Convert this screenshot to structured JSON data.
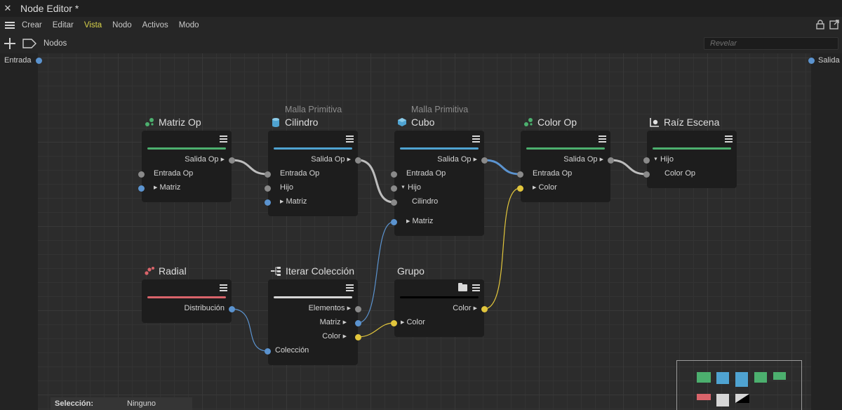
{
  "window": {
    "title": "Node Editor *",
    "close_glyph": "✕"
  },
  "menu": {
    "items": [
      "Crear",
      "Editar",
      "Vista",
      "Nodo",
      "Activos",
      "Modo"
    ],
    "active": "Vista"
  },
  "toolbar": {
    "breadcrumb": "Nodos",
    "search_placeholder": "Revelar"
  },
  "io": {
    "input": "Entrada",
    "output": "Salida"
  },
  "nodes": {
    "matriz_op": {
      "title": "Matriz Op",
      "icon": "cloner-icon",
      "color": "#4caf6e",
      "ports": [
        "Salida Op",
        "Entrada Op",
        "Matriz"
      ]
    },
    "cilindro": {
      "subtitle": "Malla Primitiva",
      "title": "Cilindro",
      "icon": "cylinder-icon",
      "color": "#4fa3d1",
      "ports": [
        "Salida Op",
        "Entrada Op",
        "Hijo",
        "Matriz"
      ]
    },
    "cubo": {
      "subtitle": "Malla Primitiva",
      "title": "Cubo",
      "icon": "cube-icon",
      "color": "#4fa3d1",
      "ports": [
        "Salida Op",
        "Entrada Op",
        "Hijo",
        "Cilindro",
        "Matriz"
      ]
    },
    "color_op": {
      "title": "Color Op",
      "icon": "cloner-icon",
      "color": "#4caf6e",
      "ports": [
        "Salida Op",
        "Entrada Op",
        "Color"
      ]
    },
    "raiz_escena": {
      "title": "Raíz Escena",
      "icon": "scene-root-icon",
      "color": "#4caf6e",
      "ports": [
        "Hijo",
        "Color Op"
      ]
    },
    "radial": {
      "title": "Radial",
      "icon": "radial-icon",
      "color": "#d9646a",
      "ports": [
        "Distribución"
      ]
    },
    "iterar": {
      "title": "Iterar Colección",
      "icon": "iterate-icon",
      "color": "#d6d6d6",
      "ports": [
        "Elementos",
        "Matriz",
        "Color",
        "Colección"
      ]
    },
    "grupo": {
      "title": "Grupo",
      "icon": "folder-icon",
      "color": "#000000",
      "ports": [
        "Color",
        "Color"
      ]
    }
  },
  "status": {
    "label": "Selección:",
    "value": "Ninguno"
  },
  "minimap_colors": [
    "#4caf6e",
    "#4fa3d1",
    "#d9646a",
    "#d6d6d6"
  ]
}
